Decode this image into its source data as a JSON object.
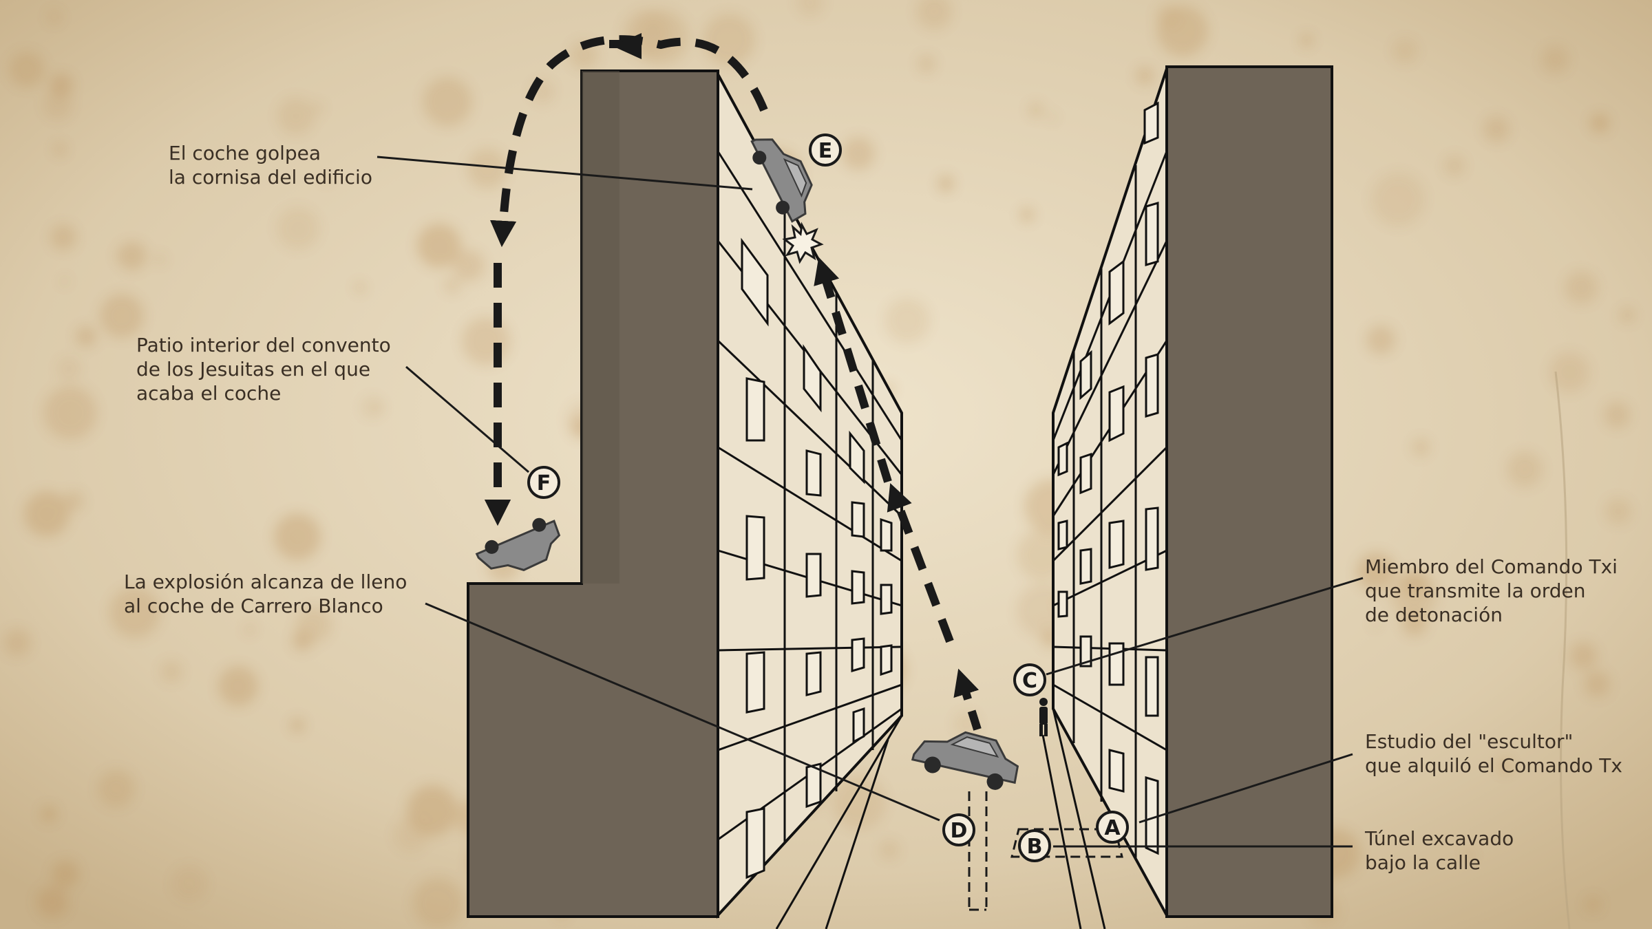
{
  "markers": {
    "a": "A",
    "b": "B",
    "c": "C",
    "d": "D",
    "e": "E",
    "f": "F"
  },
  "annotations": {
    "cornice": [
      "El coche golpea",
      "la cornisa del edificio"
    ],
    "courtyard": [
      "Patio interior del convento",
      "de los Jesuitas en el que",
      "acaba el coche"
    ],
    "explosion": [
      "La explosión alcanza de lleno",
      "al coche de Carrero Blanco"
    ],
    "commando": [
      "Miembro del Comando Txi",
      "que transmite la orden",
      "de detonación"
    ],
    "studio": [
      "Estudio del \"escultor\"",
      "que alquiló el Comando Tx"
    ],
    "tunnel": [
      "Túnel excavado",
      "bajo la calle"
    ]
  },
  "colors": {
    "paper": "#d9c9a8",
    "stain": "#b88a52",
    "building_face": "#6e6457",
    "ink": "#1a1a1a",
    "text": "#3a2f24",
    "car": "#8a8a8a"
  },
  "icons": [
    "car-icon",
    "car-flipped-icon",
    "explosion-burst-icon",
    "person-icon"
  ]
}
